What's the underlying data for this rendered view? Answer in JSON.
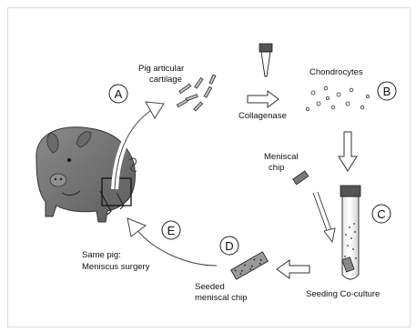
{
  "labels": {
    "cartilage": [
      "Pig articular",
      "cartilage"
    ],
    "collagenase": "Collagenase",
    "chondrocytes": "Chondrocytes",
    "meniscal_chip": [
      "Meniscal",
      "chip"
    ],
    "seeding": "Seeding Co-culture",
    "seeded_chip": [
      "Seeded",
      "meniscal chip"
    ],
    "surgery": [
      "Same pig:",
      "Meniscus surgery"
    ]
  },
  "steps": {
    "a": "A",
    "b": "B",
    "c": "C",
    "d": "D",
    "e": "E"
  }
}
